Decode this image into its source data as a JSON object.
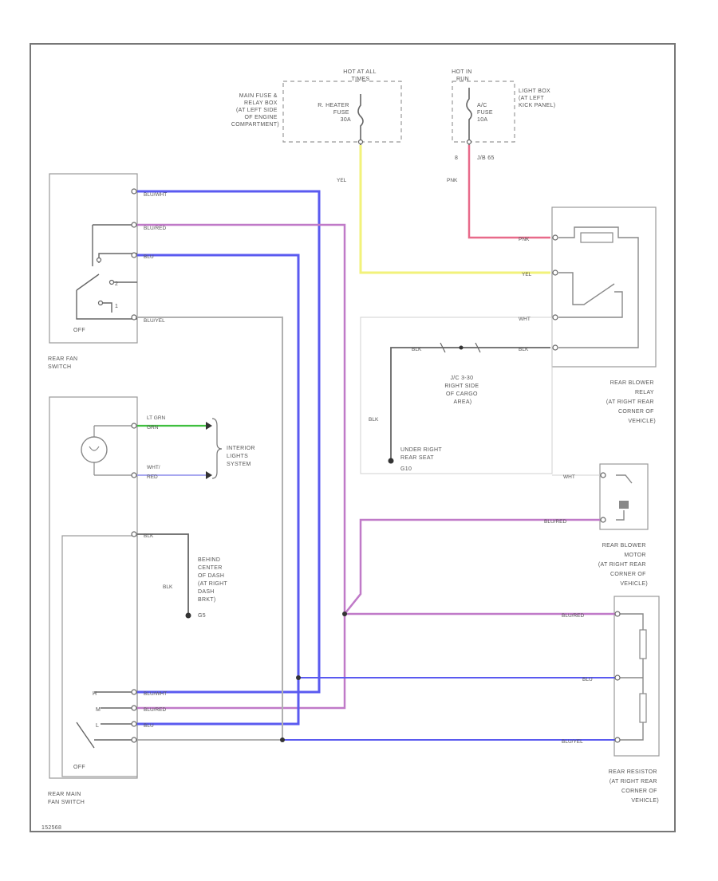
{
  "diagram": {
    "footer_code": "152568",
    "power": {
      "hot_at_all_times": [
        "HOT AT ALL",
        "TIMES"
      ],
      "main_fuse_box": [
        "MAIN FUSE &",
        "RELAY BOX",
        "(AT LEFT SIDE",
        "OF ENGINE",
        "COMPARTMENT)"
      ],
      "heater_fuse": [
        "R. HEATER",
        "FUSE",
        "30A"
      ],
      "hot_in_run": [
        "HOT IN",
        "RUN"
      ],
      "fuse_num": "8",
      "junction_code": "J/B 65",
      "ac_fuse": [
        "A/C",
        "FUSE",
        "10A"
      ],
      "light_box": [
        "LIGHT BOX",
        "(AT LEFT",
        "KICK PANEL)"
      ]
    },
    "wire_colors": {
      "yel_1": "YEL",
      "yel_2": "YEL",
      "pnk_1": "PNK",
      "pnk_2": "PNK",
      "blu_wht_1": "BLU/WHT",
      "blu_wht_2": "BLU/WHT",
      "blu_red_1": "BLU/RED",
      "blu_red_2": "BLU/RED",
      "blu_red_3": "BLU/RED",
      "blu_red_4": "BLU/RED",
      "blu_1": "BLU",
      "blu_2": "BLU",
      "blu_3": "BLU",
      "blu_yel_1": "BLU/YEL",
      "blu_yel_2": "BLU/YEL",
      "wht_1": "WHT",
      "wht_2": "WHT",
      "blk_1": "BLK",
      "blk_2": "BLK",
      "blk_3": "BLK",
      "blk_4": "BLK",
      "blk_5": "BLK",
      "lt_grn": "LT GRN",
      "grn": "GRN",
      "wht_slash": "WHT/",
      "red": "RED"
    },
    "rear_fan_switch": {
      "label": [
        "REAR FAN",
        "SWITCH"
      ],
      "off": "OFF",
      "pos_1": "1",
      "pos_2": "2"
    },
    "rear_main_fan_switch": {
      "label": [
        "REAR MAIN",
        "FAN SWITCH"
      ],
      "off": "OFF",
      "pos_h": "H",
      "pos_m": "M",
      "pos_l": "L"
    },
    "interior_lights": [
      "INTERIOR",
      "LIGHTS",
      "SYSTEM"
    ],
    "ground_dash": [
      "BEHIND",
      "CENTER",
      "OF DASH",
      "(AT RIGHT",
      "DASH",
      "BRKT)",
      "G5"
    ],
    "ground_rear_seat": [
      "UNDER RIGHT",
      "REAR SEAT",
      "G10"
    ],
    "jc_label": [
      "J/C 3-30",
      "RIGHT SIDE",
      "OF CARGO",
      "AREA)"
    ],
    "rear_blower_relay": [
      "REAR BLOWER",
      "RELAY",
      "(AT RIGHT REAR",
      "CORNER OF",
      "VEHICLE)"
    ],
    "rear_blower_motor": [
      "REAR BLOWER",
      "MOTOR",
      "(AT RIGHT REAR",
      "CORNER OF",
      "VEHICLE)"
    ],
    "rear_resistor": [
      "REAR RESISTOR",
      "(AT RIGHT REAR",
      "CORNER OF",
      "VEHICLE)"
    ],
    "colors": {
      "blue": "#5a5af0",
      "purple": "#c07ac8",
      "yellow": "#f2f27a",
      "pink": "#e86a8a",
      "green": "#3fbf3f",
      "light_blue": "#a8a8f0",
      "black_wire": "#666666",
      "gray_wire": "#b0b0b0"
    }
  }
}
